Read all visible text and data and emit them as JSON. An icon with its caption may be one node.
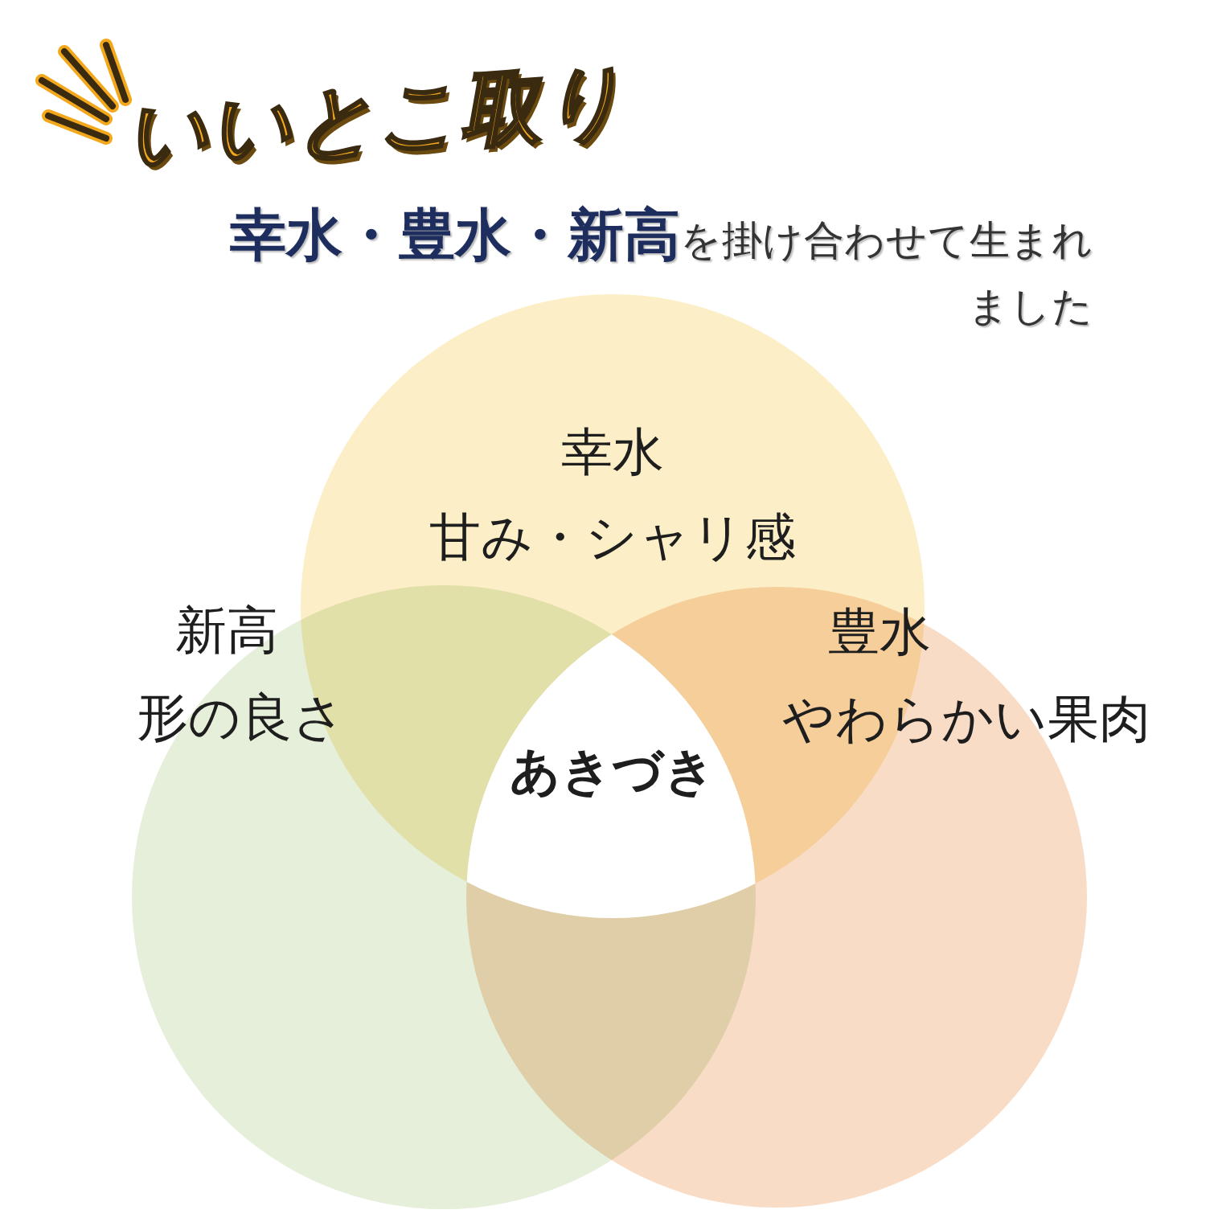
{
  "diagram": {
    "title": "いいとこ取り",
    "nodes": [
      {
        "text": [
          "幸水",
          "甘み・シャリ感"
        ]
      },
      {
        "text": [
          "新高",
          "形の良さ"
        ]
      },
      {
        "text": [
          "豊水",
          "やわらかい果肉"
        ]
      },
      {
        "text": [
          "あきづき"
        ]
      }
    ],
    "labels": [
      "**幸水・豊水・新高**を掛け合わせて生まれました"
    ]
  }
}
